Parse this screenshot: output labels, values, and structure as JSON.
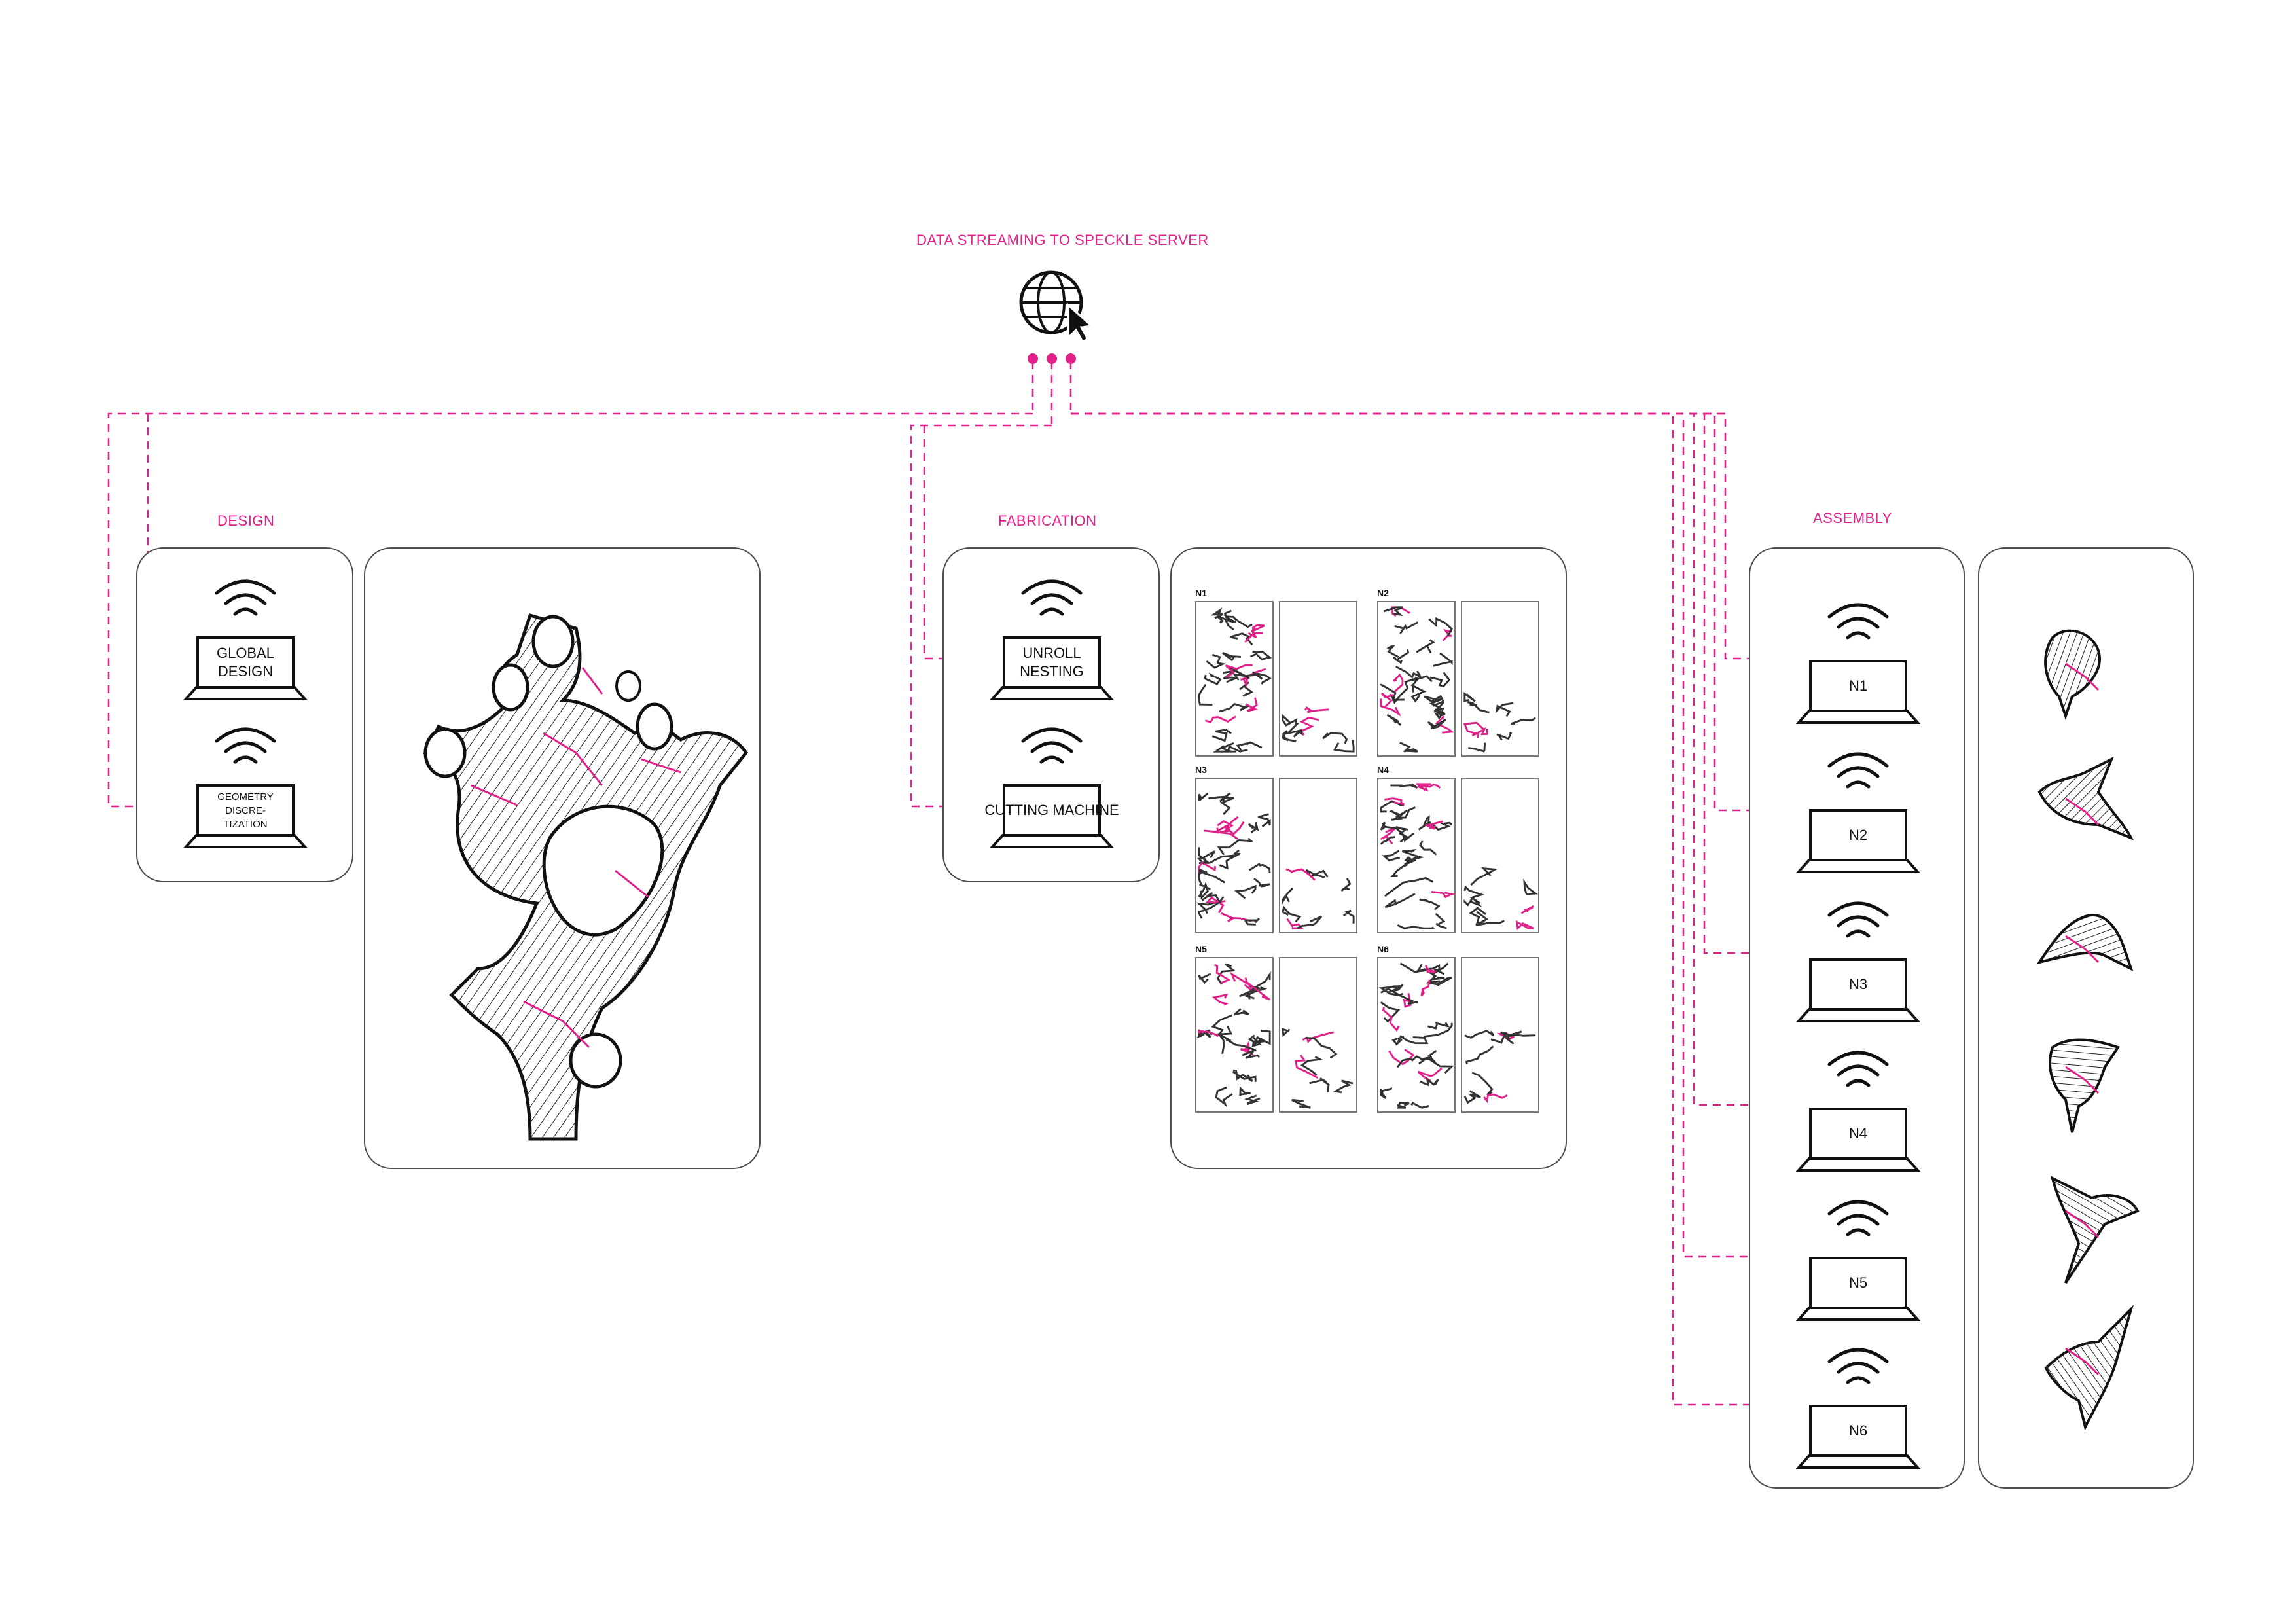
{
  "server": {
    "title": "DATA STREAMING TO SPECKLE SERVER",
    "icon": "globe-cursor-icon"
  },
  "sections": {
    "design": "DESIGN",
    "fabrication": "FABRICATION",
    "assembly": "ASSEMBLY"
  },
  "design_nodes": [
    {
      "label": "GLOBAL\nDESIGN"
    },
    {
      "label": "GEOMETRY\nDISCRE-\nTIZATION"
    }
  ],
  "fabrication_nodes": [
    {
      "label": "UNROLL\nNESTING"
    },
    {
      "label": "CUTTING MACHINE"
    }
  ],
  "assembly_nodes": [
    {
      "label": "N1"
    },
    {
      "label": "N2"
    },
    {
      "label": "N3"
    },
    {
      "label": "N4"
    },
    {
      "label": "N5"
    },
    {
      "label": "N6"
    }
  ],
  "nesting_sheets": [
    "N1",
    "N2",
    "N3",
    "N4",
    "N5",
    "N6"
  ],
  "colors": {
    "accent": "#e0218a",
    "line": "#111111",
    "panel_border": "#4d4d4d"
  }
}
